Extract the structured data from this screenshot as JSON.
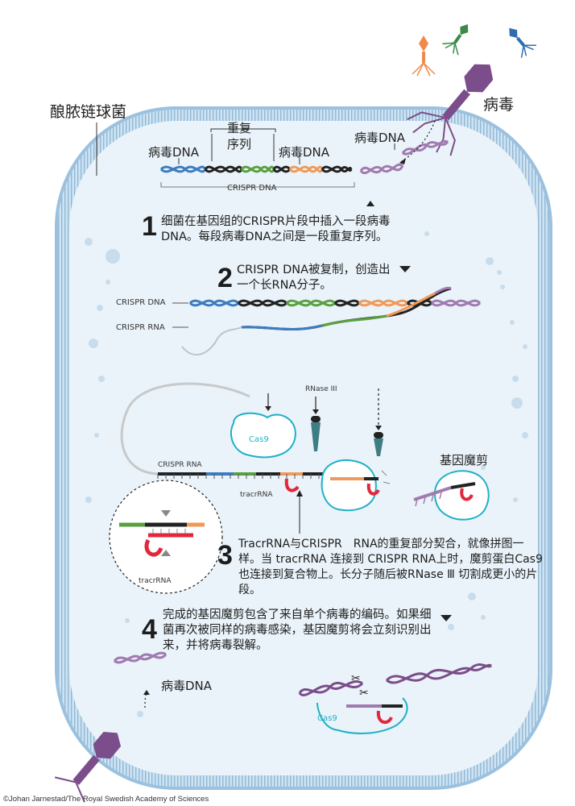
{
  "title": "酿脓链球菌",
  "virus_label": "病毒",
  "top_labels": {
    "viral_dna_left": "病毒DNA",
    "repeat_seq_1": "重复",
    "repeat_seq_2": "序列",
    "viral_dna_right": "病毒DNA",
    "viral_dna_incoming": "病毒DNA",
    "crispr_dna_small": "CRISPR DNA"
  },
  "steps": [
    {
      "number": "1",
      "text": "细菌在基因组的CRISPR片段中插入一段病毒DNA。每段病毒DNA之间是一段重复序列。"
    },
    {
      "number": "2",
      "text": "CRISPR DNA被复制，创造出一个长RNA分子。"
    },
    {
      "number": "3",
      "text": "TracrRNA与CRISPR　RNA的重复部分契合，就像拼图一样。当 tracrRNA 连接到 CRISPR RNA上时，魔剪蛋白Cas9也连接到复合物上。长分子随后被RNase Ⅲ 切割成更小的片段。"
    },
    {
      "number": "4",
      "text": "完成的基因魔剪包含了来自单个病毒的编码。如果细菌再次被同样的病毒感染，基因魔剪将会立刻识别出来，并将病毒裂解。"
    }
  ],
  "step2_labels": {
    "crispr_dna": "CRISPR DNA",
    "crispr_rna": "CRISPR RNA"
  },
  "step3_labels": {
    "rnase": "RNase III",
    "cas9": "Cas9",
    "crispr_rna": "CRISPR RNA",
    "tracr_rna": "tracrRNA",
    "tracr_rna_zoom": "tracrRNA",
    "gene_scissors": "基因魔剪"
  },
  "step4_labels": {
    "viral_dna": "病毒DNA",
    "cas9": "Cas9"
  },
  "credit": "©Johan Jarnestad/The Royal Swedish Academy of Sciences",
  "colors": {
    "cell_fill": "#e9f3f9",
    "cell_border": "#8fb8d8",
    "purple": "#7b4d8a",
    "blue": "#3d7cbf",
    "green": "#5aa040",
    "orange": "#ef9a5a",
    "black": "#222222",
    "red": "#e3273b",
    "cyan": "#1fb0c8",
    "teal_blade": "#3f7d84",
    "phage_orange": "#f08a4b",
    "phage_green": "#3b8a4a",
    "phage_blue": "#2f6db0"
  }
}
